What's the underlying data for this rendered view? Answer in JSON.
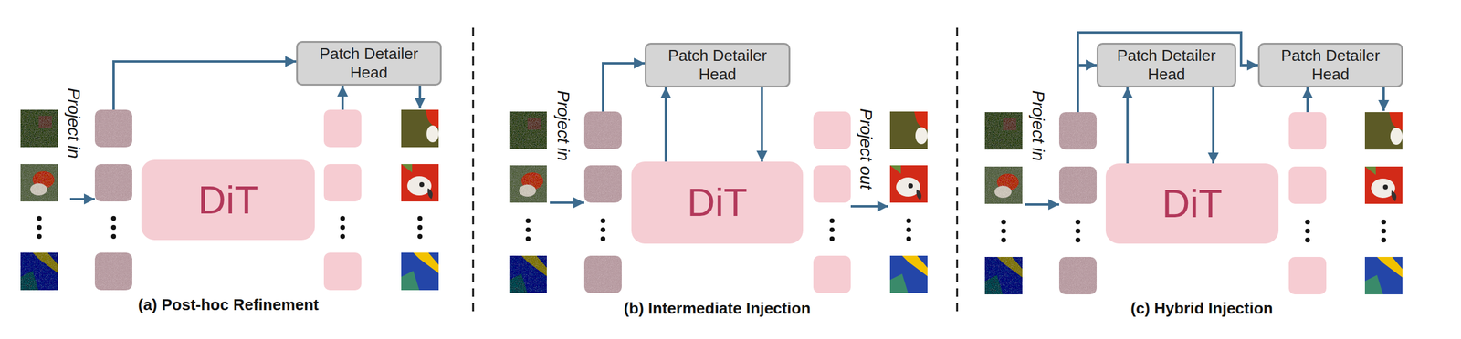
{
  "diagram": {
    "nodes": [
      {
        "text": [
          "Patch Detailer Head"
        ]
      },
      {
        "text": [
          "DiT"
        ]
      },
      {
        "text": [
          "Patch Detailer Head"
        ]
      },
      {
        "text": [
          "DiT"
        ]
      },
      {
        "text": [
          "Patch Detailer Head"
        ]
      },
      {
        "text": [
          "Patch Detailer Head"
        ]
      },
      {
        "text": [
          "DiT"
        ]
      }
    ],
    "edges": [
      {
        "from": 3,
        "to": 2,
        "arrow": "to"
      },
      {
        "from": 2,
        "to": 3,
        "arrow": "to"
      },
      {
        "from": 6,
        "to": 4,
        "arrow": "to"
      },
      {
        "from": 4,
        "to": 6,
        "arrow": "to"
      }
    ],
    "labels": [
      "Project in",
      "(a) Post-hoc Refinement",
      "Project in",
      "Project out",
      "(b) Intermediate Injection",
      "Project in",
      "(c) Hybrid Injection"
    ]
  }
}
